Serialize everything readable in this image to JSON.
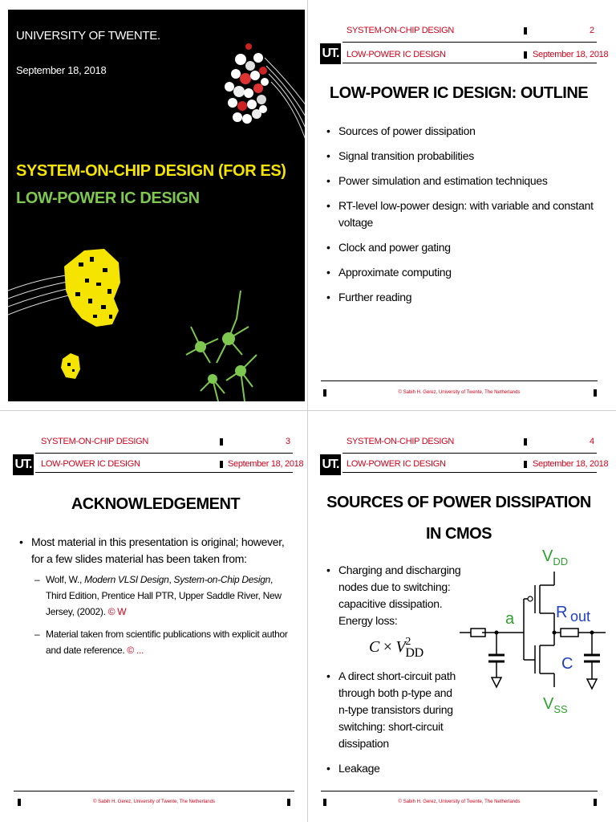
{
  "slide1": {
    "university": "UNIVERSITY OF TWENTE.",
    "date": "September 18, 2018",
    "title_line1": "SYSTEM-ON-CHIP DESIGN (FOR ES)",
    "title_line2": "LOW-POWER IC DESIGN",
    "colors": {
      "yellow": "#f5e400",
      "green": "#7ec850"
    }
  },
  "header": {
    "logo": "UT.",
    "course": "SYSTEM-ON-CHIP DESIGN",
    "topic": "LOW-POWER IC DESIGN",
    "date": "September 18, 2018",
    "accent_color": "#d0021b"
  },
  "footer": {
    "copyright": "© Sabih H. Gerez, University of Twente, The Netherlands"
  },
  "slide2": {
    "page_number": "2",
    "title": "LOW-POWER IC DESIGN: OUTLINE",
    "bullets": [
      "Sources of power dissipation",
      "Signal transition probabilities",
      "Power simulation and estimation techniques",
      "RT-level low-power design: with variable and constant voltage",
      "Clock and power gating",
      "Approximate computing",
      "Further reading"
    ]
  },
  "slide3": {
    "page_number": "3",
    "title": "ACKNOWLEDGEMENT",
    "bullet": "Most material in this presentation is original; however, for a few slides material has been taken from:",
    "sub1": {
      "prefix": "Wolf, W., ",
      "book1": "Modern VLSI Design",
      "sep": ", ",
      "book2": "System-on-Chip Design",
      "suffix": ", Third Edition, Prentice Hall PTR, Upper Saddle River, New Jersey, (2002). ",
      "mark": "© W"
    },
    "sub2": {
      "text": "Material taken from scientific publications with explicit author and date reference. ",
      "mark": "© ..."
    }
  },
  "slide4": {
    "page_number": "4",
    "title_line1": "SOURCES OF POWER DISSIPATION",
    "title_line2": "IN CMOS",
    "bullets": [
      "Charging and discharging nodes due to switching: capacitive dissipation. Energy loss:",
      "A direct short-circuit path through both p-type and n-type transistors during switching: short-circuit dissipation",
      "Leakage"
    ],
    "formula": {
      "c": "C",
      "times": "×",
      "v": "V",
      "exp": "2",
      "sub": "DD"
    },
    "circuit": {
      "vdd": "V",
      "vdd_sub": "DD",
      "vss": "V",
      "vss_sub": "SS",
      "input": "a",
      "resistor": "R",
      "output": "out",
      "capacitor": "C",
      "label_colors": {
        "supply": "#2ca02c",
        "input": "#2ca02c",
        "component": "#1f3fbf"
      }
    }
  }
}
